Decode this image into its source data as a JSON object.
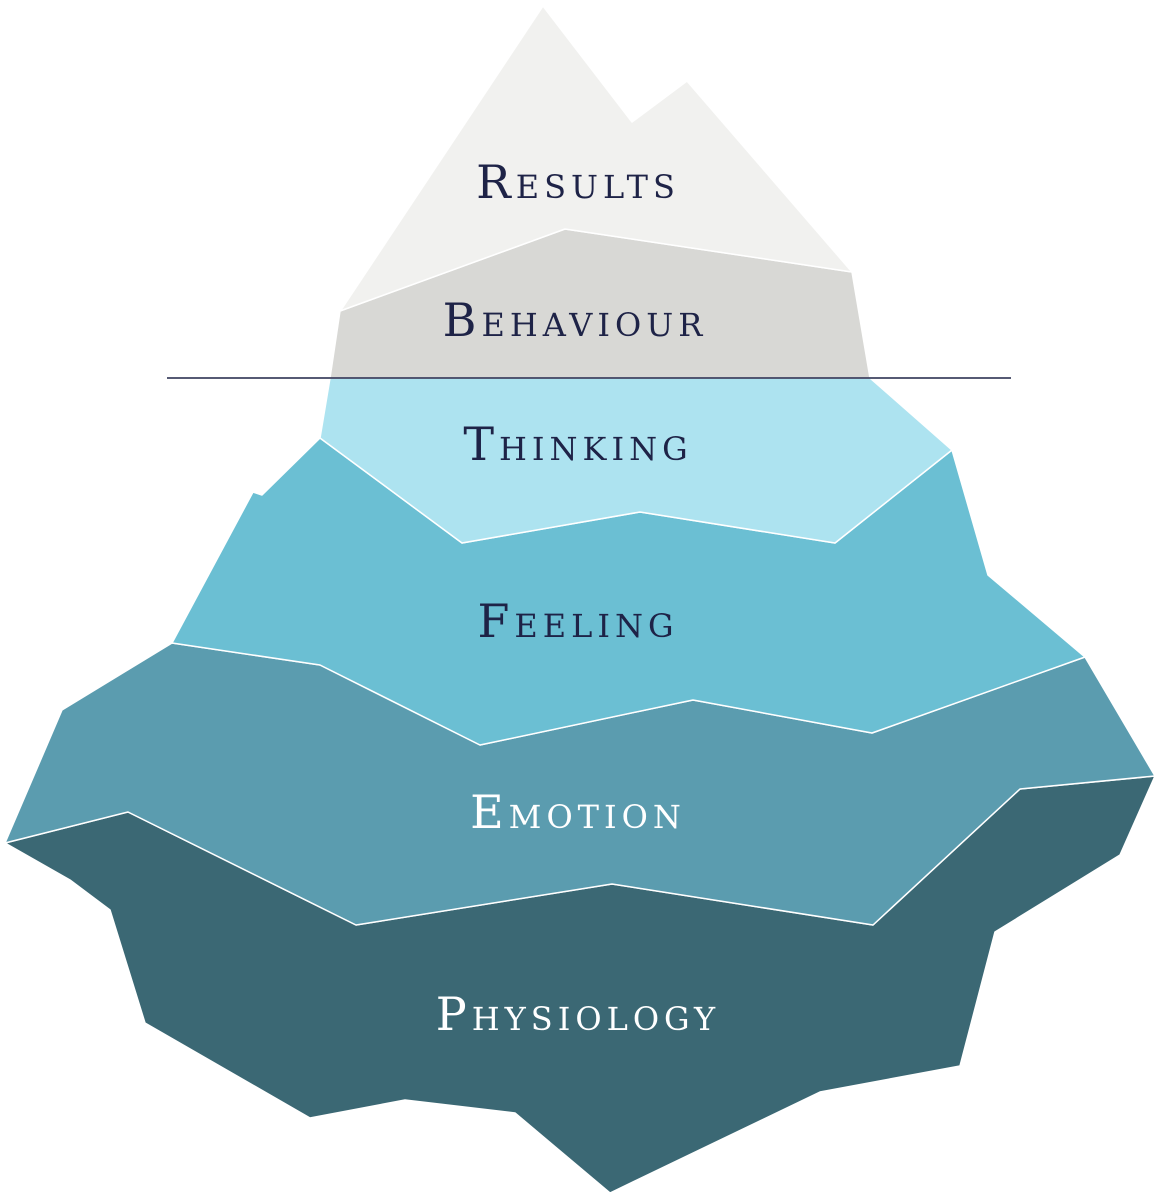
{
  "layers": [
    {
      "label": "Results",
      "fill": "#f1f1ef",
      "text_color": "#1e2347"
    },
    {
      "label": "Behaviour",
      "fill": "#d8d8d5",
      "text_color": "#1e2347"
    },
    {
      "label": "Thinking",
      "fill": "#ade3f0",
      "text_color": "#1e2347"
    },
    {
      "label": "Feeling",
      "fill": "#6bbfd3",
      "text_color": "#1e2347"
    },
    {
      "label": "Emotion",
      "fill": "#5b9caf",
      "text_color": "#ffffff"
    },
    {
      "label": "Physiology",
      "fill": "#3b6874",
      "text_color": "#ffffff"
    }
  ],
  "waterline_color": "#1e2347"
}
